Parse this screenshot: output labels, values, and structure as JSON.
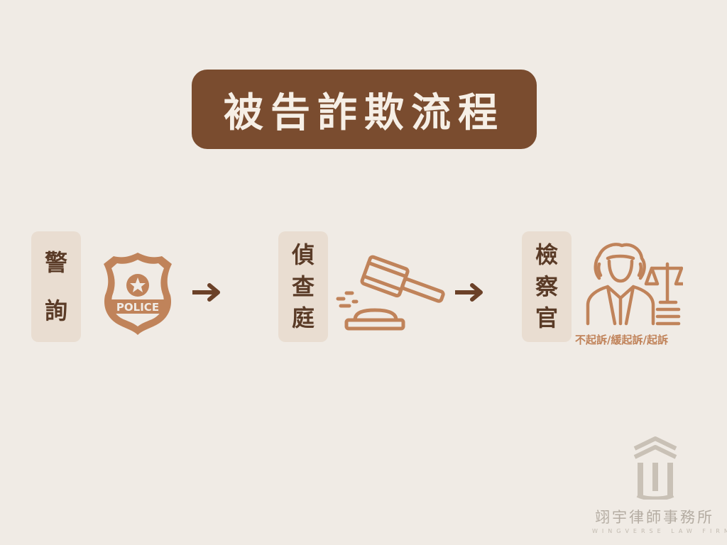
{
  "title": "被告詐欺流程",
  "steps": [
    {
      "label": [
        "警",
        "詢"
      ],
      "icon": "police-badge-icon",
      "badge_text": "POLICE"
    },
    {
      "label": [
        "偵",
        "查",
        "庭"
      ],
      "icon": "gavel-icon"
    },
    {
      "label": [
        "檢",
        "察",
        "官"
      ],
      "icon": "judge-scales-icon"
    }
  ],
  "prosecutor_outcomes": "不起訴/緩起訴/起訴",
  "firm": {
    "name": "翊宇律師事務所",
    "english": "WINGVERSE LAW FIRM",
    "logo": "pillar-logo-icon"
  },
  "colors": {
    "background": "#f0ebe5",
    "title_bg": "#7a4c2f",
    "title_text": "#f6efe6",
    "card_bg": "#e9ddd1",
    "icon": "#c0835a",
    "arrow": "#6b4128",
    "logo": "#c9c1b6"
  }
}
